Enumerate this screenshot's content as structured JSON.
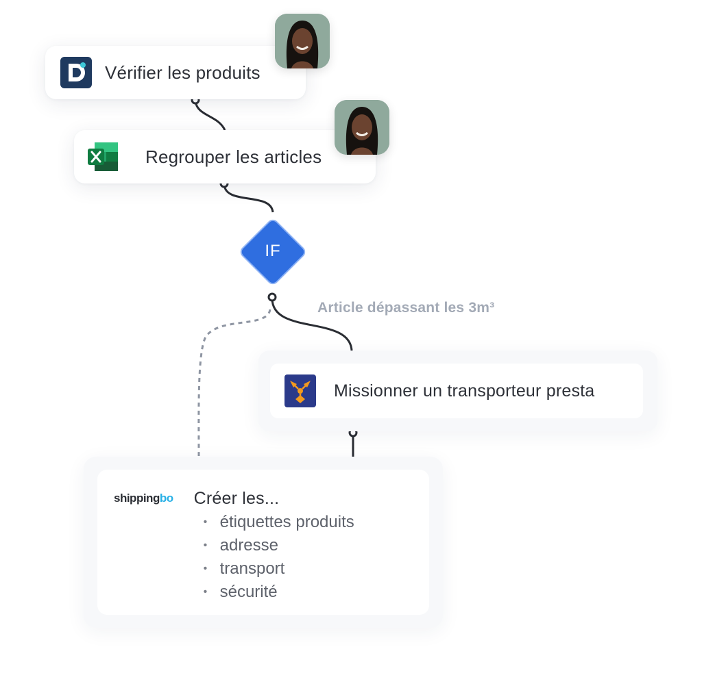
{
  "nodes": {
    "verify": {
      "label": "Vérifier les produits",
      "app_icon": "dext-icon",
      "brand_color": "#1f3a5f"
    },
    "group": {
      "label": "Regrouper les articles",
      "app_icon": "excel-icon",
      "brand_color": "#107c41"
    },
    "condition": {
      "label": "IF",
      "color": "#2f6ee0"
    },
    "transport": {
      "label": "Missionner un transporteur presta",
      "app_icon": "transport-app-icon",
      "brand_color": "#2b3a8a"
    },
    "create": {
      "app_logo_text": "shippingbo",
      "title": "Créer les...",
      "items": [
        "étiquettes produits",
        "adresse",
        "transport",
        "sécurité"
      ]
    }
  },
  "condition_branch_label": "Article dépassant les 3m³",
  "avatars": [
    "user-avatar",
    "user-avatar"
  ]
}
